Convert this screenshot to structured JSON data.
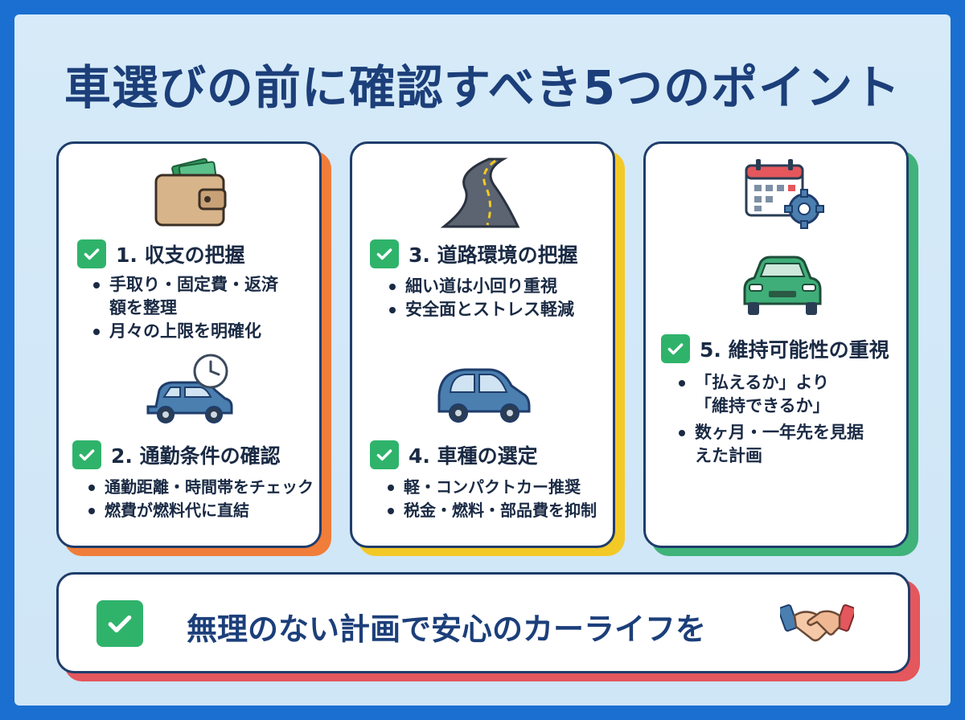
{
  "title": "車選びの前に確認すべき5つのポイント",
  "colors": {
    "accent_orange": "#f07d3a",
    "accent_yellow": "#f3c928",
    "accent_green": "#3fb37a",
    "accent_red": "#e4575c",
    "check_green": "#2fb36b",
    "title_blue": "#1c3f7a"
  },
  "cards": [
    {
      "sections": [
        {
          "icon": "wallet-icon",
          "heading": "1. 収支の把握",
          "bullets": [
            "手取り・固定費・返済\n額を整理",
            "月々の上限を明確化"
          ]
        },
        {
          "icon": "car-clock-icon",
          "heading": "2. 通勤条件の確認",
          "bullets": [
            "通勤距離・時間帯をチェック",
            "燃費が燃料代に直結"
          ]
        }
      ]
    },
    {
      "sections": [
        {
          "icon": "road-icon",
          "heading": "3. 道路環境の把握",
          "bullets": [
            "細い道は小回り重視",
            "安全面とストレス軽減"
          ]
        },
        {
          "icon": "compact-car-icon",
          "heading": "4. 車種の選定",
          "bullets": [
            "軽・コンパクトカー推奨",
            "税金・燃料・部品費を抑制"
          ]
        }
      ]
    },
    {
      "sections": [
        {
          "icon": "calendar-gear-icon",
          "icon2": "car-front-icon",
          "heading": "5. 維持可能性の重視",
          "bullets": [
            "「払えるか」より\n「維持できるか」",
            "数ヶ月・一年先を見据\nえた計画"
          ]
        }
      ]
    }
  ],
  "footer": {
    "text": "無理のない計画で安心のカーライフを",
    "icon": "handshake-icon"
  }
}
